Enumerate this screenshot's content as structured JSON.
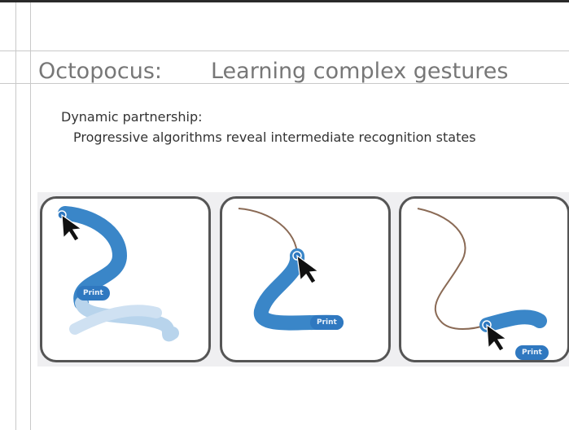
{
  "slide": {
    "title": "Octopocus:",
    "subtitle": "Learning complex gestures",
    "line1": "Dynamic partnership:",
    "line2": "Progressive algorithms reveal intermediate recognition states"
  },
  "panels": [
    {
      "label": "Print"
    },
    {
      "label": "Print"
    },
    {
      "label": "Print"
    }
  ],
  "colors": {
    "gesture_blue": "#3a86c8",
    "gesture_light": "#b8d4ec",
    "trail": "#8a6a55",
    "title_gray": "#777777"
  }
}
